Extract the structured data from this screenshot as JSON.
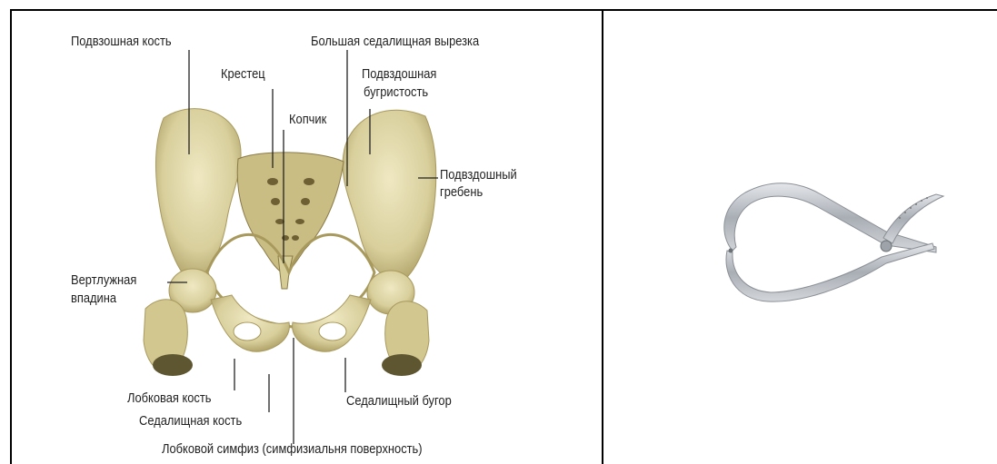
{
  "labels": {
    "iliac_bone": "Подвзошная кость",
    "greater_sciatic_notch": "Большая седалищная вырезка",
    "sacrum": "Крестец",
    "iliac_tuberosity_1": "Подвздошная",
    "iliac_tuberosity_2": "бугристость",
    "coccyx": "Копчик",
    "iliac_crest_1": "Подвздошный",
    "iliac_crest_2": "гребень",
    "acetabulum_1": "Вертлужная",
    "acetabulum_2": "впадина",
    "pubic_bone": "Лобковая кость",
    "ischial_tuberosity": "Седалищный бугор",
    "ischium": "Седалищная кость",
    "pubic_symphysis": "Лобковой симфиз (симфизиальня поверхность)"
  },
  "colors": {
    "bone": "#ddd5a3",
    "bone_shadow": "#b9ab72",
    "bone_dark": "#8a7a46",
    "caliper_metal": "#b8bcc2"
  }
}
